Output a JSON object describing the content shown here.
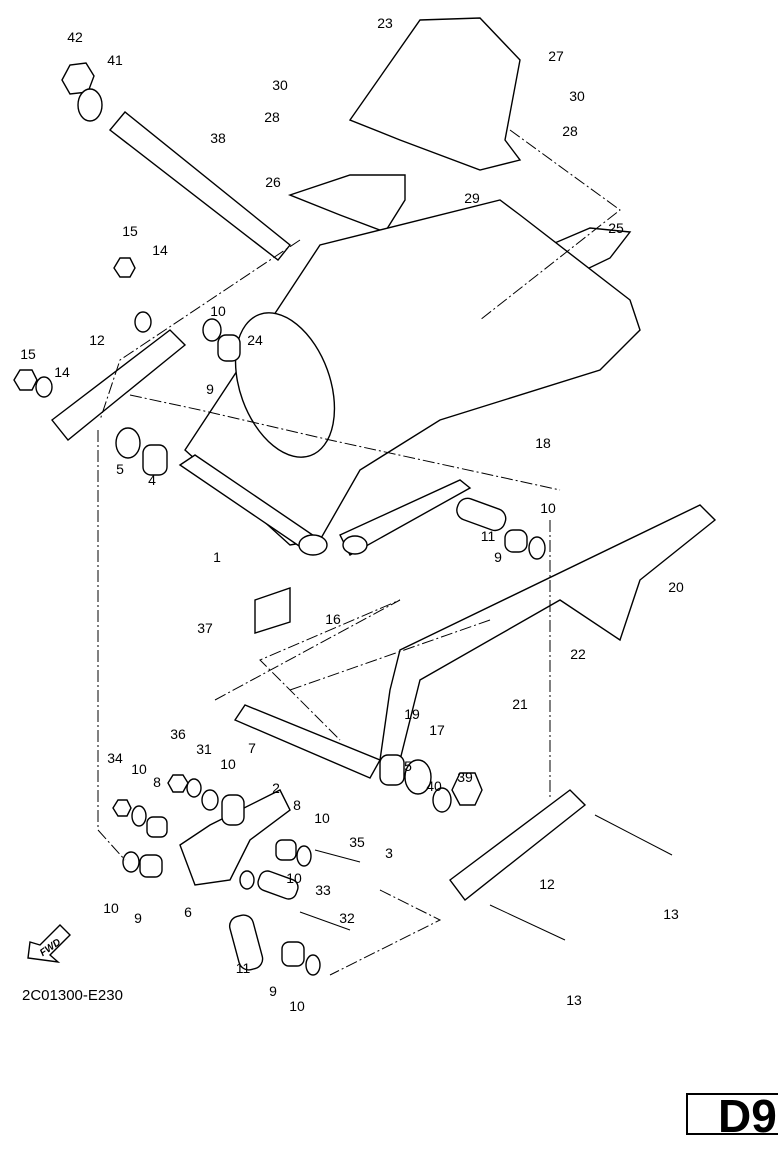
{
  "diagram": {
    "callouts": [
      "42",
      "41",
      "38",
      "23",
      "27",
      "30",
      "30",
      "28",
      "28",
      "26",
      "29",
      "25",
      "15",
      "14",
      "10",
      "24",
      "12",
      "15",
      "14",
      "9",
      "18",
      "5",
      "4",
      "10",
      "1",
      "11",
      "9",
      "20",
      "16",
      "37",
      "22",
      "21",
      "19",
      "17",
      "36",
      "34",
      "10",
      "31",
      "10",
      "7",
      "8",
      "2",
      "5",
      "40",
      "39",
      "8",
      "10",
      "35",
      "3",
      "12",
      "10",
      "6",
      "33",
      "10",
      "9",
      "32",
      "13",
      "11",
      "9",
      "10",
      "13"
    ],
    "fwd_label": "FWD",
    "drawing_code": "2C01300-E230",
    "page_label": "D9"
  }
}
